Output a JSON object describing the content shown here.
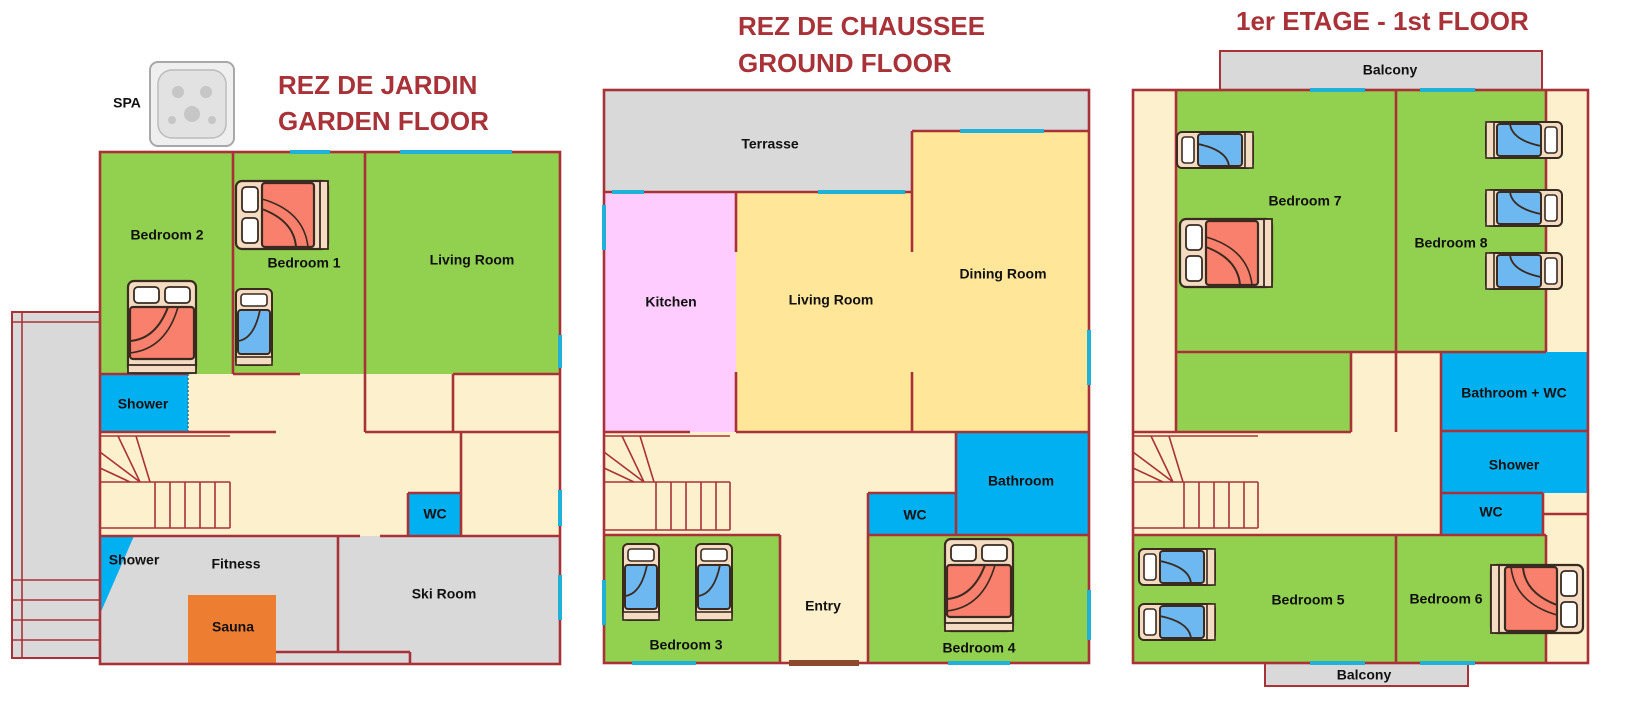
{
  "colors": {
    "bedroom": "#92d050",
    "corridor": "#fdf0cc",
    "wet": "#00b0f0",
    "grey": "#d9d9d9",
    "kitchen": "#ffccff",
    "living": "#ffe699",
    "sauna": "#ed7d31",
    "wall": "#a83238",
    "window": "#20b1d8",
    "title": "#a83238",
    "bed_double": "#f8806d",
    "bed_single": "#6db8f0"
  },
  "floors": [
    {
      "title_line1": "REZ DE JARDIN",
      "title_line2": "GARDEN FLOOR",
      "rooms": {
        "spa": "SPA",
        "bedroom2": "Bedroom 2",
        "bedroom1": "Bedroom 1",
        "living": "Living Room",
        "shower": "Shower",
        "wc": "WC",
        "shower2": "Shower",
        "fitness": "Fitness",
        "sauna": "Sauna",
        "ski": "Ski Room"
      }
    },
    {
      "title_line1": "REZ DE CHAUSSEE",
      "title_line2": "GROUND FLOOR",
      "rooms": {
        "terrasse": "Terrasse",
        "kitchen": "Kitchen",
        "living": "Living Room",
        "dining": "Dining Room",
        "bathroom": "Bathroom",
        "wc": "WC",
        "bedroom3": "Bedroom 3",
        "entry": "Entry",
        "bedroom4": "Bedroom 4"
      }
    },
    {
      "title_line1": "1er ETAGE - 1st FLOOR",
      "rooms": {
        "balcony_top": "Balcony",
        "bedroom7": "Bedroom 7",
        "bedroom8": "Bedroom 8",
        "bath_wc": "Bathroom + WC",
        "shower": "Shower",
        "wc": "WC",
        "bedroom5": "Bedroom 5",
        "bedroom6": "Bedroom 6",
        "balcony_bottom": "Balcony"
      }
    }
  ]
}
